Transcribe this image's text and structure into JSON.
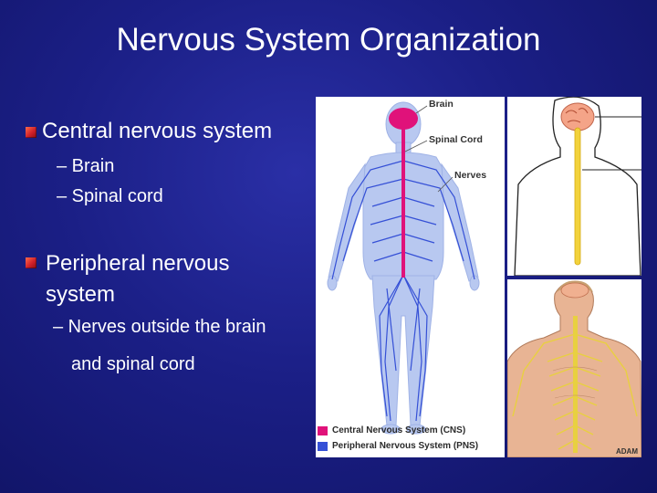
{
  "slide": {
    "title": "Nervous System Organization",
    "bullets": [
      {
        "text": "Central nervous system",
        "subs": [
          "– Brain",
          "– Spinal cord"
        ]
      },
      {
        "text_line1": "Peripheral nervous",
        "text_line2": "system",
        "sub_line1": "– Nerves outside the brain",
        "sub_line2": "and spinal cord"
      }
    ]
  },
  "figure": {
    "labels": {
      "brain": "Brain",
      "spinal_cord": "Spinal Cord",
      "nerves": "Nerves"
    },
    "legend": {
      "cns": "Central Nervous System (CNS)",
      "pns": "Peripheral Nervous System (PNS)"
    },
    "credit": "ADAM",
    "colors": {
      "cns": "#e0127a",
      "pns": "#3550d6",
      "body": "#b8c8f0",
      "spinal_cord_right": "#f2d23c"
    }
  }
}
